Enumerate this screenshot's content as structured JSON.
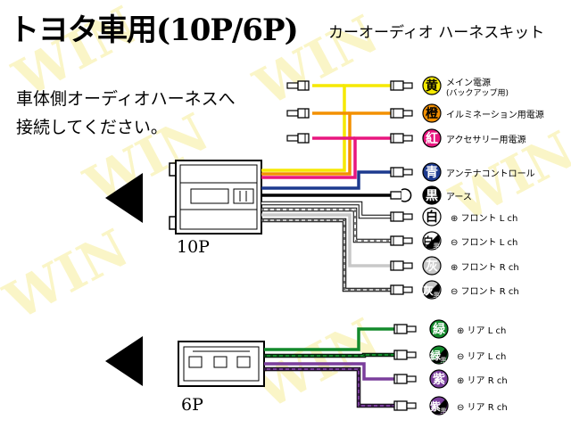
{
  "title": {
    "main": "トヨタ車用(10P/6P)",
    "sub": "カーオーディオ ハーネスキット"
  },
  "instructions": {
    "line1": "車体側オーディオハーネスへ",
    "line2": "接続してください。"
  },
  "connectors": {
    "c10p": "10P",
    "c6p": "6P"
  },
  "watermark": "WIN",
  "wires_10p": [
    {
      "char": "黄",
      "label": "メイン電源",
      "label2": "(バックアップ用)",
      "color": "#f5e900",
      "textColor": "#000",
      "terminal": "female"
    },
    {
      "char": "橙",
      "label": "イルミネーション用電源",
      "color": "#f39000",
      "textColor": "#000",
      "terminal": "female"
    },
    {
      "char": "紅",
      "label": "アクセサリー用電源",
      "color": "#e8177f",
      "textColor": "#fff",
      "terminal": "female"
    },
    {
      "char": "青",
      "label": "アンテナコントロール",
      "color": "#1d3a8f",
      "textColor": "#fff",
      "terminal": "female"
    },
    {
      "char": "黒",
      "label": "アース",
      "color": "#000000",
      "textColor": "#fff",
      "terminal": "ring"
    },
    {
      "char": "白",
      "sym": "⊕",
      "label": "フロント L ch",
      "color": "#ffffff",
      "textColor": "#000",
      "terminal": "female"
    },
    {
      "char": "白",
      "char2": "黒",
      "sym": "⊖",
      "label": "フロント L ch",
      "color": "#ffffff",
      "textColor": "#000",
      "terminal": "female"
    },
    {
      "char": "灰",
      "sym": "⊕",
      "label": "フロント R ch",
      "color": "#c8c8c8",
      "textColor": "#fff",
      "terminal": "female"
    },
    {
      "char": "灰",
      "char2": "黒",
      "sym": "⊖",
      "label": "フロント R ch",
      "color": "#c8c8c8",
      "textColor": "#fff",
      "terminal": "female"
    }
  ],
  "wires_6p": [
    {
      "char": "緑",
      "sym": "⊕",
      "label": "リア L ch",
      "color": "#138a2c",
      "textColor": "#fff"
    },
    {
      "char": "緑",
      "char2": "黒",
      "sym": "⊖",
      "label": "リア L ch",
      "color": "#138a2c",
      "textColor": "#fff"
    },
    {
      "char": "紫",
      "sym": "⊕",
      "label": "リア R ch",
      "color": "#7a3e9c",
      "textColor": "#fff"
    },
    {
      "char": "紫",
      "char2": "黒",
      "sym": "⊖",
      "label": "リア R ch",
      "color": "#7a3e9c",
      "textColor": "#fff"
    }
  ]
}
